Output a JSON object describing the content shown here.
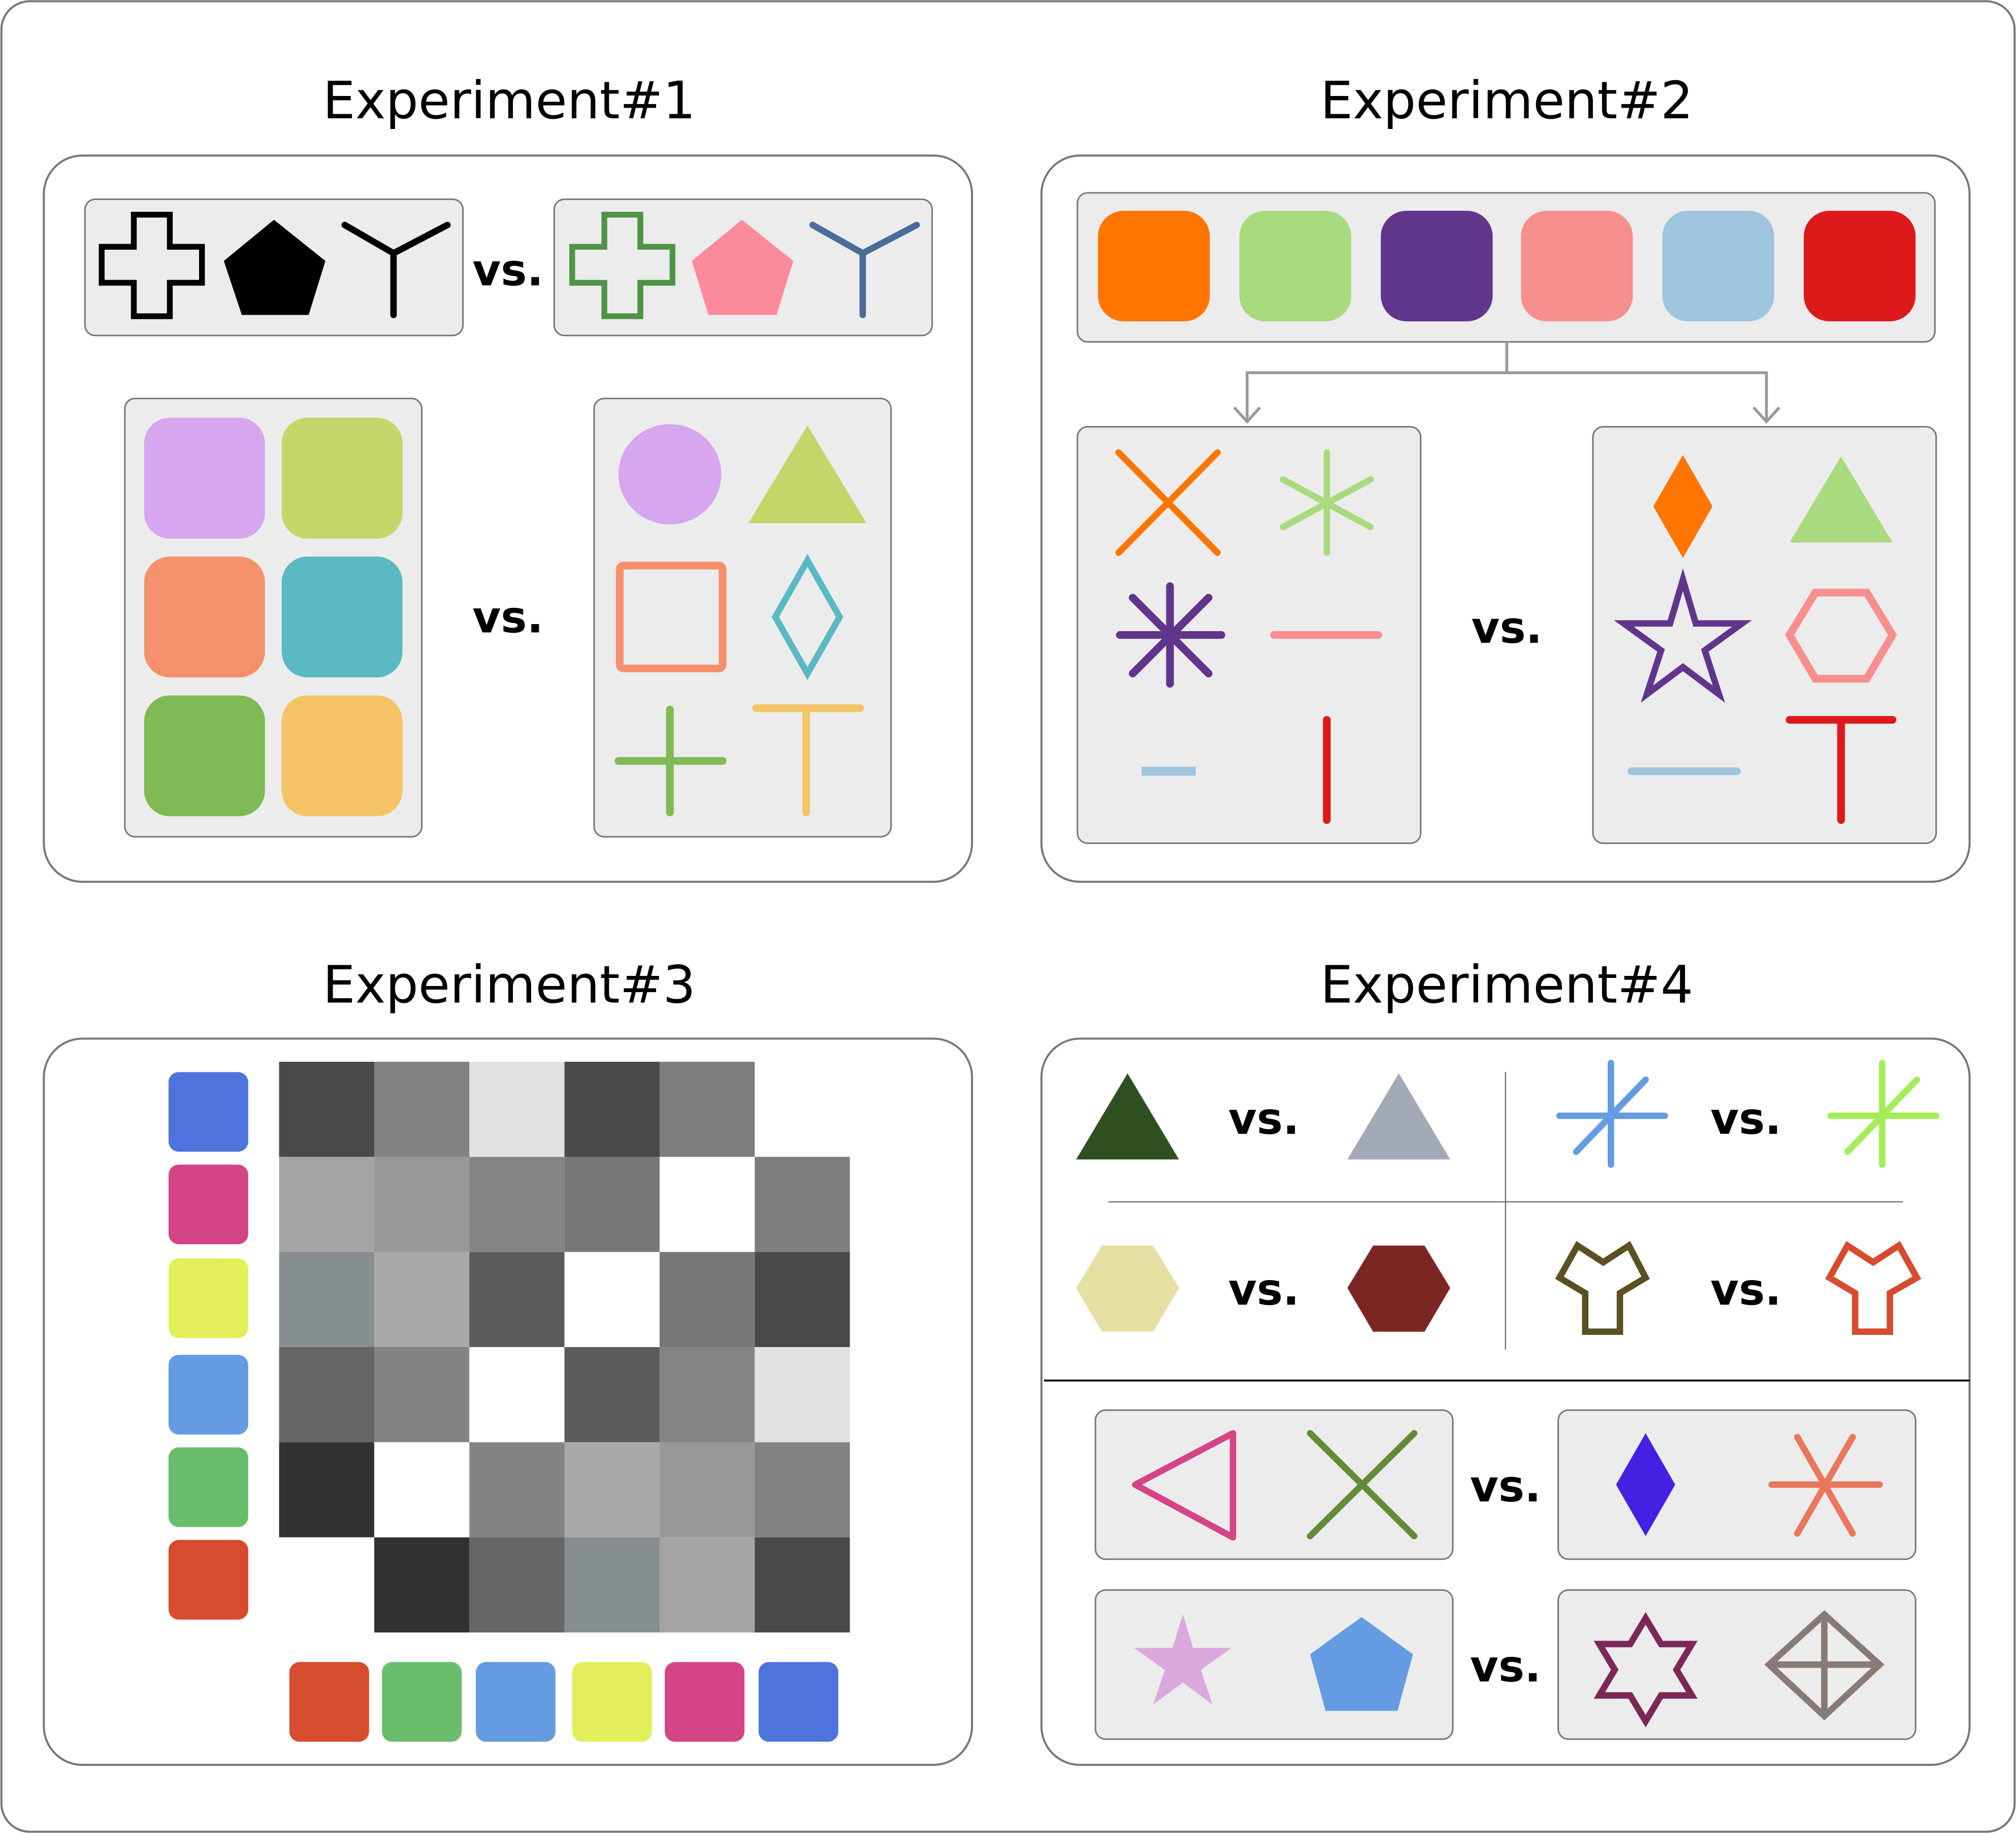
{
  "experiments": [
    {
      "title": "Experiment#1",
      "vs_label": "vs.",
      "row1": {
        "left": [
          {
            "shape": "cross-outline",
            "color": "#000000"
          },
          {
            "shape": "pentagon",
            "color": "#000000"
          },
          {
            "shape": "y-branch",
            "color": "#000000"
          }
        ],
        "right": [
          {
            "shape": "cross-outline",
            "color": "#4e9346"
          },
          {
            "shape": "pentagon",
            "color": "#fb8b9b"
          },
          {
            "shape": "y-branch",
            "color": "#486d9a"
          }
        ]
      },
      "row2": {
        "left_swatches": [
          "#d6a6ee",
          "#c3d66a",
          "#f4906c",
          "#5ab9c2",
          "#7fba54",
          "#f4c466"
        ],
        "right": [
          {
            "shape": "circle",
            "color": "#d6a6ee"
          },
          {
            "shape": "triangle",
            "color": "#c3d66a"
          },
          {
            "shape": "square-outline",
            "color": "#f4906c"
          },
          {
            "shape": "diamond-outline",
            "color": "#5ab9c2"
          },
          {
            "shape": "plus",
            "color": "#7fba54"
          },
          {
            "shape": "t-shape",
            "color": "#f4c466"
          }
        ]
      }
    },
    {
      "title": "Experiment#2",
      "vs_label": "vs.",
      "swatches": [
        "#ff7500",
        "#a9da7e",
        "#61358c",
        "#f78f8f",
        "#9fc5de",
        "#dc1a1c"
      ],
      "left": [
        {
          "shape": "x-cross",
          "color": "#ff7500"
        },
        {
          "shape": "asterisk-6",
          "color": "#a9da7e"
        },
        {
          "shape": "asterisk-8",
          "color": "#61358c"
        },
        {
          "shape": "h-line",
          "color": "#f78f8f"
        },
        {
          "shape": "short-dash",
          "color": "#9fc5de"
        },
        {
          "shape": "v-line",
          "color": "#dc1a1c"
        }
      ],
      "right": [
        {
          "shape": "diamond",
          "color": "#ff7500"
        },
        {
          "shape": "triangle",
          "color": "#a9da7e"
        },
        {
          "shape": "star-outline",
          "color": "#61358c"
        },
        {
          "shape": "hexagon-outline",
          "color": "#f78f8f"
        },
        {
          "shape": "h-line",
          "color": "#9fc5de"
        },
        {
          "shape": "t-shape",
          "color": "#dc1a1c"
        }
      ]
    },
    {
      "title": "Experiment#3",
      "row_swatches": [
        "#4f73dd",
        "#d44588",
        "#e3ef5a",
        "#649be2",
        "#6abd6c",
        "#d74b2e"
      ],
      "col_swatches": [
        "#d74b2e",
        "#6abd6c",
        "#649be2",
        "#e3ef5a",
        "#d44588",
        "#4f73dd"
      ],
      "matrix": [
        [
          "#494949",
          "#828282",
          "#e0e1e0",
          "#494949",
          "#7d7d7d",
          "#ffffff"
        ],
        [
          "#a4a4a4",
          "#989898",
          "#838483",
          "#777777",
          "#ffffff",
          "#7d7d7d"
        ],
        [
          "#878e8f",
          "#a9a9a9",
          "#5b5b5b",
          "#ffffff",
          "#777777",
          "#494949"
        ],
        [
          "#666666",
          "#838383",
          "#ffffff",
          "#5b5b5b",
          "#838483",
          "#e0e1e0"
        ],
        [
          "#323232",
          "#ffffff",
          "#838383",
          "#a9a9a9",
          "#989898",
          "#828282"
        ],
        [
          "#ffffff",
          "#323232",
          "#666666",
          "#878e8f",
          "#a4a4a4",
          "#494949"
        ]
      ]
    },
    {
      "title": "Experiment#4",
      "vs_label": "vs.",
      "pairs": [
        {
          "left": {
            "shape": "triangle",
            "color": "#2f5020"
          },
          "right": {
            "shape": "triangle",
            "color": "#a4a9b8"
          }
        },
        {
          "left": {
            "shape": "asterisk-4",
            "color": "#649be2"
          },
          "right": {
            "shape": "asterisk-4",
            "color": "#a5ec59"
          }
        },
        {
          "left": {
            "shape": "hexagon",
            "color": "#e5dfa4"
          },
          "right": {
            "shape": "hexagon",
            "color": "#7c2623"
          }
        },
        {
          "left": {
            "shape": "y-outline",
            "color": "#5b5021"
          },
          "right": {
            "shape": "y-outline",
            "color": "#d74b2e"
          }
        }
      ],
      "groups": [
        {
          "left": [
            {
              "shape": "triangle-left-outline",
              "color": "#d44588"
            },
            {
              "shape": "x-cross",
              "color": "#628c39"
            }
          ],
          "right": [
            {
              "shape": "diamond",
              "color": "#4520e2"
            },
            {
              "shape": "asterisk-6",
              "color": "#ea765c"
            }
          ]
        },
        {
          "left": [
            {
              "shape": "star",
              "color": "#dba8dc"
            },
            {
              "shape": "pentagon",
              "color": "#649be2"
            }
          ],
          "right": [
            {
              "shape": "star-of-david-outline",
              "color": "#7b2857"
            },
            {
              "shape": "diamond-cross-outline",
              "color": "#887a75"
            }
          ]
        }
      ]
    }
  ]
}
